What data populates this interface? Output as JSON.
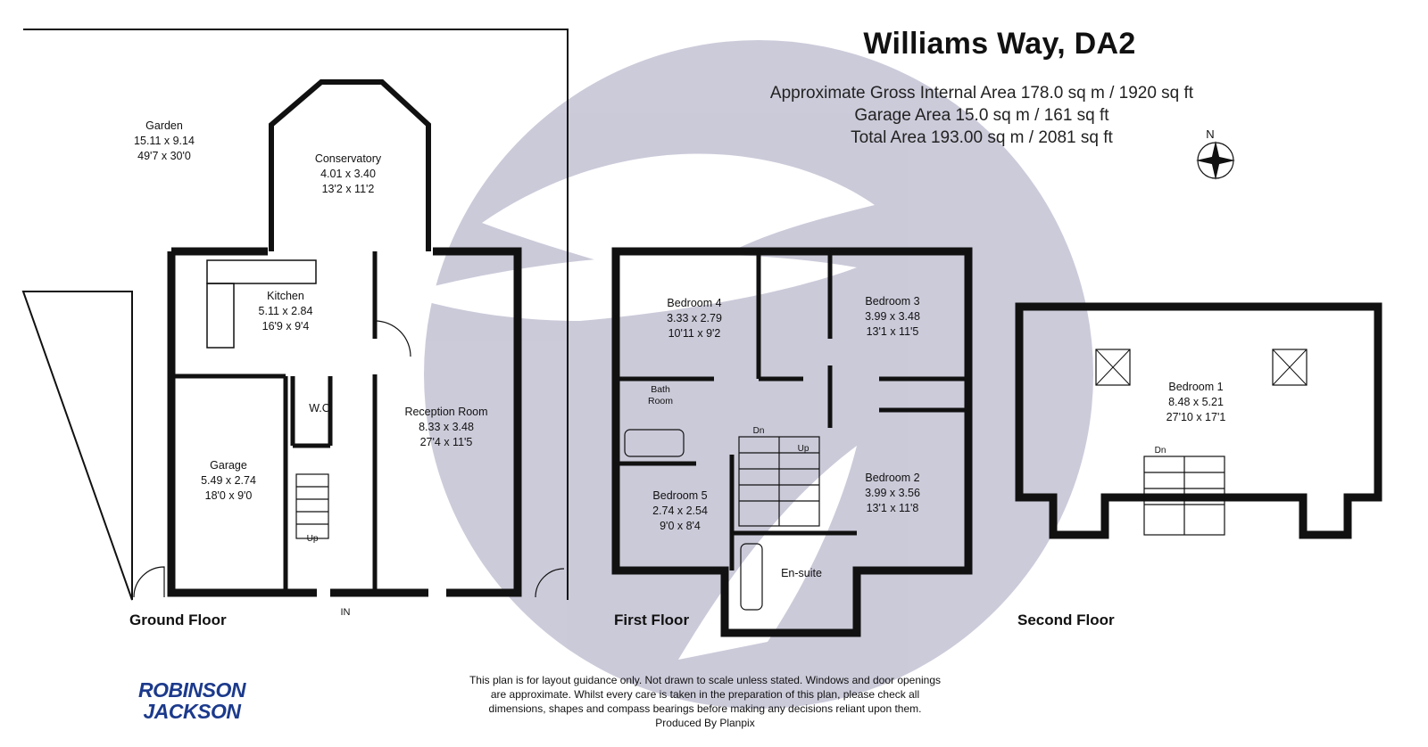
{
  "header": {
    "title": "Williams Way, DA2",
    "gross_area": "Approximate Gross Internal Area 178.0 sq m / 1920 sq ft",
    "garage_area": "Garage Area 15.0 sq m / 161 sq ft",
    "total_area": "Total Area 193.00 sq m / 2081 sq ft"
  },
  "compass": {
    "label": "N"
  },
  "floors": {
    "ground": "Ground Floor",
    "first": "First Floor",
    "second": "Second Floor"
  },
  "rooms": {
    "garden": {
      "name": "Garden",
      "metric": "15.11 x 9.14",
      "imperial": "49'7 x 30'0"
    },
    "conservatory": {
      "name": "Conservatory",
      "metric": "4.01 x 3.40",
      "imperial": "13'2 x 11'2"
    },
    "kitchen": {
      "name": "Kitchen",
      "metric": "5.11 x 2.84",
      "imperial": "16'9 x 9'4"
    },
    "reception": {
      "name": "Reception Room",
      "metric": "8.33 x 3.48",
      "imperial": "27'4 x 11'5"
    },
    "garage": {
      "name": "Garage",
      "metric": "5.49 x 2.74",
      "imperial": "18'0 x 9'0"
    },
    "wc": {
      "name": "W.C"
    },
    "bedroom4": {
      "name": "Bedroom 4",
      "metric": "3.33 x 2.79",
      "imperial": "10'11 x 9'2"
    },
    "bedroom3": {
      "name": "Bedroom 3",
      "metric": "3.99 x 3.48",
      "imperial": "13'1 x 11'5"
    },
    "bathroom": {
      "line1": "Bath",
      "line2": "Room"
    },
    "bedroom5": {
      "name": "Bedroom 5",
      "metric": "2.74 x 2.54",
      "imperial": "9'0 x 8'4"
    },
    "bedroom2": {
      "name": "Bedroom 2",
      "metric": "3.99 x 3.56",
      "imperial": "13'1 x 11'8"
    },
    "ensuite": {
      "name": "En-suite"
    },
    "bedroom1": {
      "name": "Bedroom 1",
      "metric": "8.48 x 5.21",
      "imperial": "27'10 x 17'1"
    }
  },
  "stairs": {
    "up_ground": "Up",
    "dn_first": "Dn",
    "up_first": "Up",
    "dn_second": "Dn"
  },
  "entrance": "IN",
  "disclaimer": {
    "line1": "This plan is for layout guidance only. Not drawn to scale unless stated. Windows and door openings",
    "line2": "are approximate. Whilst every care is taken in the preparation of this plan, please check all",
    "line3": "dimensions, shapes and compass bearings before making any decisions reliant upon them.",
    "line4": "Produced By Planpix"
  },
  "logo": {
    "line1": "ROBINSON",
    "line2": "JACKSON"
  },
  "colors": {
    "wall": "#111111",
    "watermark": "#c9c8d8",
    "logo": "#1c3a8c"
  }
}
